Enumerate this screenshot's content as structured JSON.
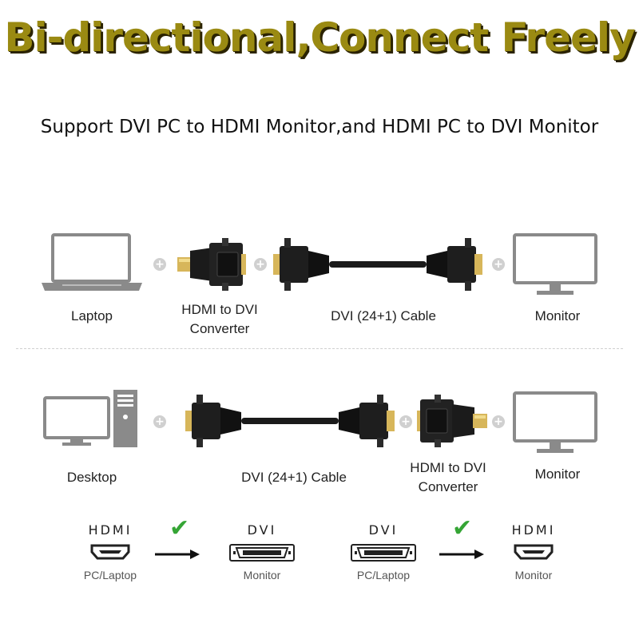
{
  "headline": "Bi-directional,Connect Freely",
  "subheadline": "Support DVI PC to HDMI Monitor,and HDMI PC to DVI Monitor",
  "row1": {
    "laptop_label": "Laptop",
    "converter_label_line1": "HDMI to DVI",
    "converter_label_line2": "Converter",
    "cable_label": "DVI (24+1) Cable",
    "monitor_label": "Monitor"
  },
  "row2": {
    "desktop_label": "Desktop",
    "cable_label": "DVI (24+1) Cable",
    "converter_label_line1": "HDMI to DVI",
    "converter_label_line2": "Converter",
    "monitor_label": "Monitor"
  },
  "compat": [
    {
      "source_title": "HDMI",
      "source_sub": "PC/Laptop",
      "target_title": "DVI",
      "target_sub": "Monitor"
    },
    {
      "source_title": "DVI",
      "source_sub": "PC/Laptop",
      "target_title": "HDMI",
      "target_sub": "Monitor"
    }
  ],
  "plus_symbol": "+",
  "check_symbol": "✔",
  "colors": {
    "headline": "#9a8a12",
    "check": "#35a535",
    "device_gray": "#8a8a8a"
  }
}
